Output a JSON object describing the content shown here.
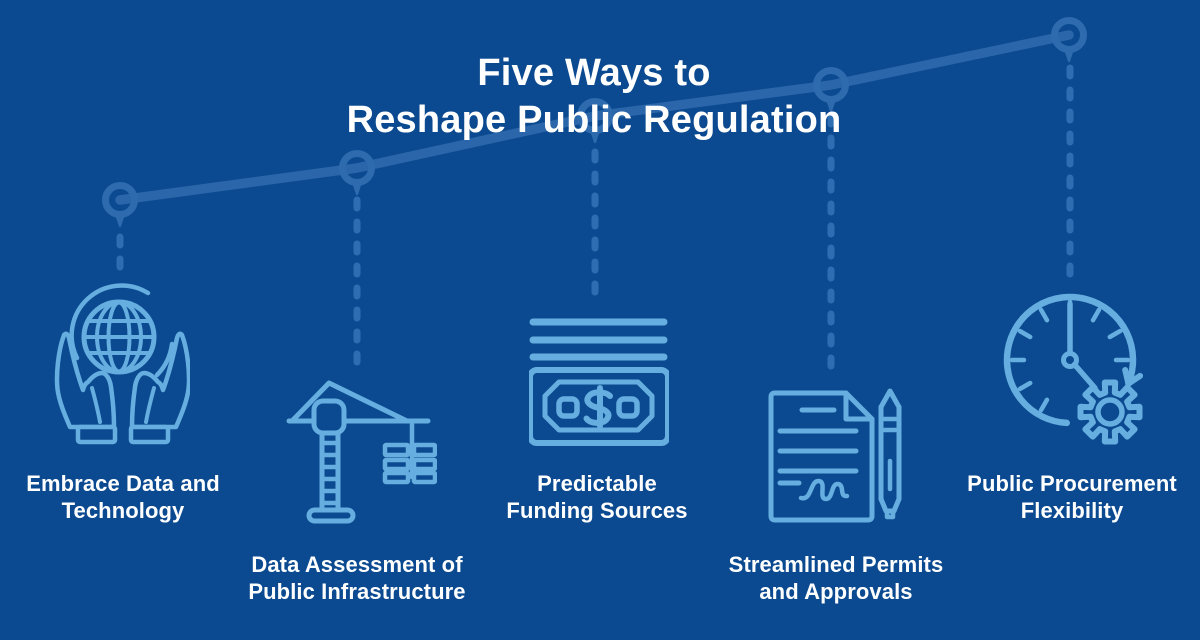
{
  "title": {
    "line1": "Five Ways to",
    "line2": "Reshape Public Regulation"
  },
  "items": [
    {
      "icon": "hands-globe-icon",
      "label": [
        "Embrace Data and",
        "Technology"
      ]
    },
    {
      "icon": "construction-crane-icon",
      "label": [
        "Data Assessment of",
        "Public Infrastructure"
      ]
    },
    {
      "icon": "banknotes-icon",
      "label": [
        "Predictable",
        "Funding Sources"
      ]
    },
    {
      "icon": "document-pen-icon",
      "label": [
        "Streamlined Permits",
        "and Approvals"
      ]
    },
    {
      "icon": "clock-gear-icon",
      "label": [
        "Public Procurement",
        "Flexibility"
      ]
    }
  ],
  "colors": {
    "bg": "#0B4A90",
    "line": "#2A66A9",
    "node": "#2E6BAE",
    "dots": "#2F6DB2",
    "icon": "#66AEDF",
    "text": "#FFFFFF"
  }
}
